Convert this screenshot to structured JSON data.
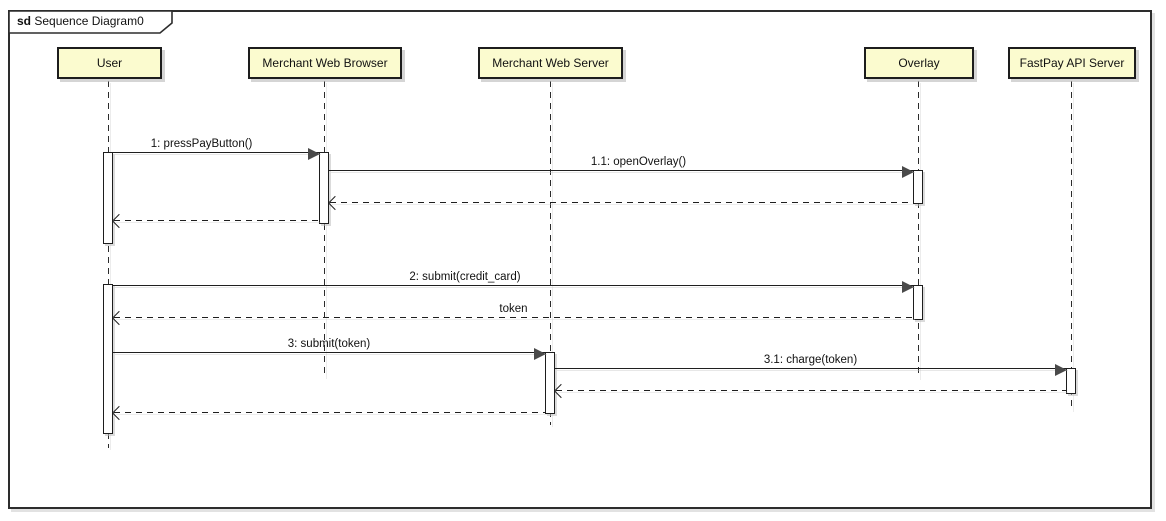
{
  "frame": {
    "keyword": "sd",
    "title": "Sequence Diagram0"
  },
  "actors": [
    {
      "label": "User"
    },
    {
      "label": "Merchant Web Browser"
    },
    {
      "label": "Merchant Web Server"
    },
    {
      "label": "Overlay"
    },
    {
      "label": "FastPay API Server"
    }
  ],
  "messages": [
    {
      "label": "1: pressPayButton()",
      "from": "User",
      "to": "Merchant Web Browser",
      "kind": "call"
    },
    {
      "label": "1.1: openOverlay()",
      "from": "Merchant Web Browser",
      "to": "Overlay",
      "kind": "call"
    },
    {
      "label": "",
      "from": "Overlay",
      "to": "Merchant Web Browser",
      "kind": "return"
    },
    {
      "label": "",
      "from": "Merchant Web Browser",
      "to": "User",
      "kind": "return"
    },
    {
      "label": "2: submit(credit_card)",
      "from": "User",
      "to": "Overlay",
      "kind": "call"
    },
    {
      "label": "token",
      "from": "Overlay",
      "to": "User",
      "kind": "return"
    },
    {
      "label": "3: submit(token)",
      "from": "User",
      "to": "Merchant Web Server",
      "kind": "call"
    },
    {
      "label": "3.1: charge(token)",
      "from": "Merchant Web Server",
      "to": "FastPay API Server",
      "kind": "call"
    },
    {
      "label": "",
      "from": "FastPay API Server",
      "to": "Merchant Web Server",
      "kind": "return"
    },
    {
      "label": "",
      "from": "Merchant Web Server",
      "to": "User",
      "kind": "return"
    }
  ],
  "colors": {
    "actor_fill": "#fbfbcf",
    "line": "#1f1f1f",
    "frame_border": "#2d2d2d",
    "shadow": "#c5c5c5",
    "background": "#ffffff"
  }
}
